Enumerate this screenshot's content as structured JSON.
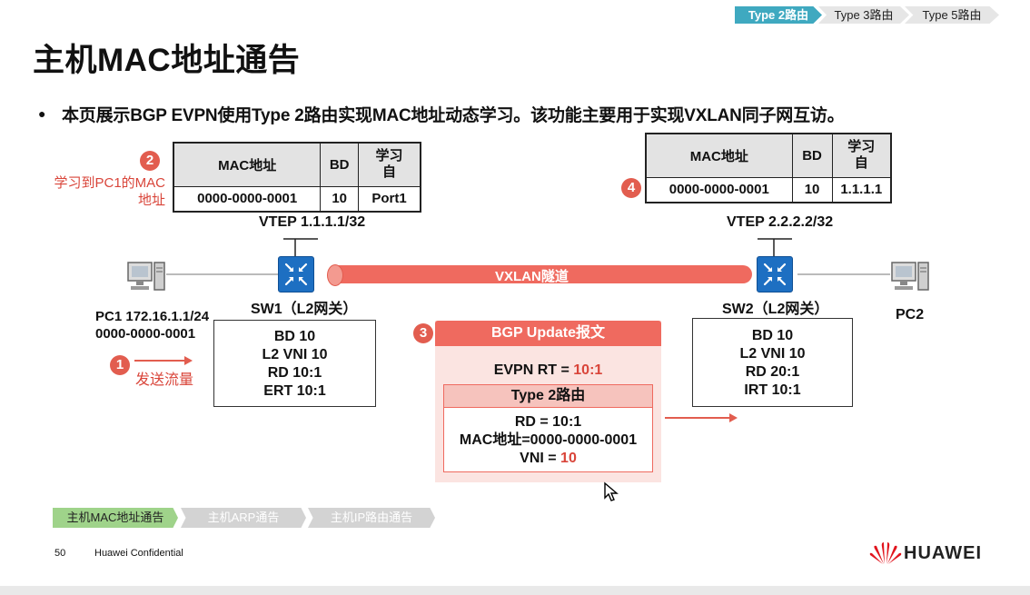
{
  "nav": {
    "items": [
      {
        "label": "Type 2路由",
        "active": true
      },
      {
        "label": "Type 3路由",
        "active": false
      },
      {
        "label": "Type 5路由",
        "active": false
      }
    ]
  },
  "title": "主机MAC地址通告",
  "bullet": "本页展示BGP EVPN使用Type 2路由实现MAC地址动态学习。该功能主要用于实现VXLAN同子网互访。",
  "colors": {
    "accent_red": "#e25d4f",
    "nav_active": "#3fa9c0",
    "switch_blue": "#1d6fc2",
    "tunnel": "#ef6a5f"
  },
  "step2": {
    "num": "2",
    "note_line1": "学习到PC1的MAC",
    "note_line2": "地址"
  },
  "table_left": {
    "headers": [
      "MAC地址",
      "BD",
      "学习",
      "自"
    ],
    "row": [
      "0000-0000-0001",
      "10",
      "Port1"
    ]
  },
  "step4": {
    "num": "4"
  },
  "table_right": {
    "headers": [
      "MAC地址",
      "BD",
      "学习",
      "自"
    ],
    "row": [
      "0000-0000-0001",
      "10",
      "1.1.1.1"
    ]
  },
  "vtep_left": "VTEP 1.1.1.1/32",
  "vtep_right": "VTEP 2.2.2.2/32",
  "tunnel_label": "VXLAN隧道",
  "sw1": {
    "label": "SW1（L2网关）",
    "lines": [
      "BD 10",
      "L2 VNI 10",
      "RD 10:1",
      "ERT 10:1"
    ]
  },
  "sw2": {
    "label": "SW2（L2网关）",
    "lines": [
      "BD 10",
      "L2 VNI 10",
      "RD 20:1",
      "IRT 10:1"
    ]
  },
  "pc1": {
    "line1": "PC1 172.16.1.1/24",
    "line2": "0000-0000-0001"
  },
  "pc2": {
    "label": "PC2"
  },
  "step1": {
    "num": "1",
    "label": "发送流量"
  },
  "step3": {
    "num": "3"
  },
  "bgp": {
    "header": "BGP Update报文",
    "evpn_rt_label": "EVPN RT = ",
    "evpn_rt_value": "10:1",
    "type2_header": "Type 2路由",
    "rd_line": "RD = 10:1",
    "mac_line": "MAC地址=0000-0000-0001",
    "vni_label": "VNI = ",
    "vni_value": "10"
  },
  "bottom_tabs": [
    {
      "label": "主机MAC地址通告",
      "active": true
    },
    {
      "label": "主机ARP通告",
      "active": false
    },
    {
      "label": "主机IP路由通告",
      "active": false
    }
  ],
  "footer": {
    "page_num": "50",
    "confidential": "Huawei Confidential",
    "brand": "HUAWEI"
  }
}
